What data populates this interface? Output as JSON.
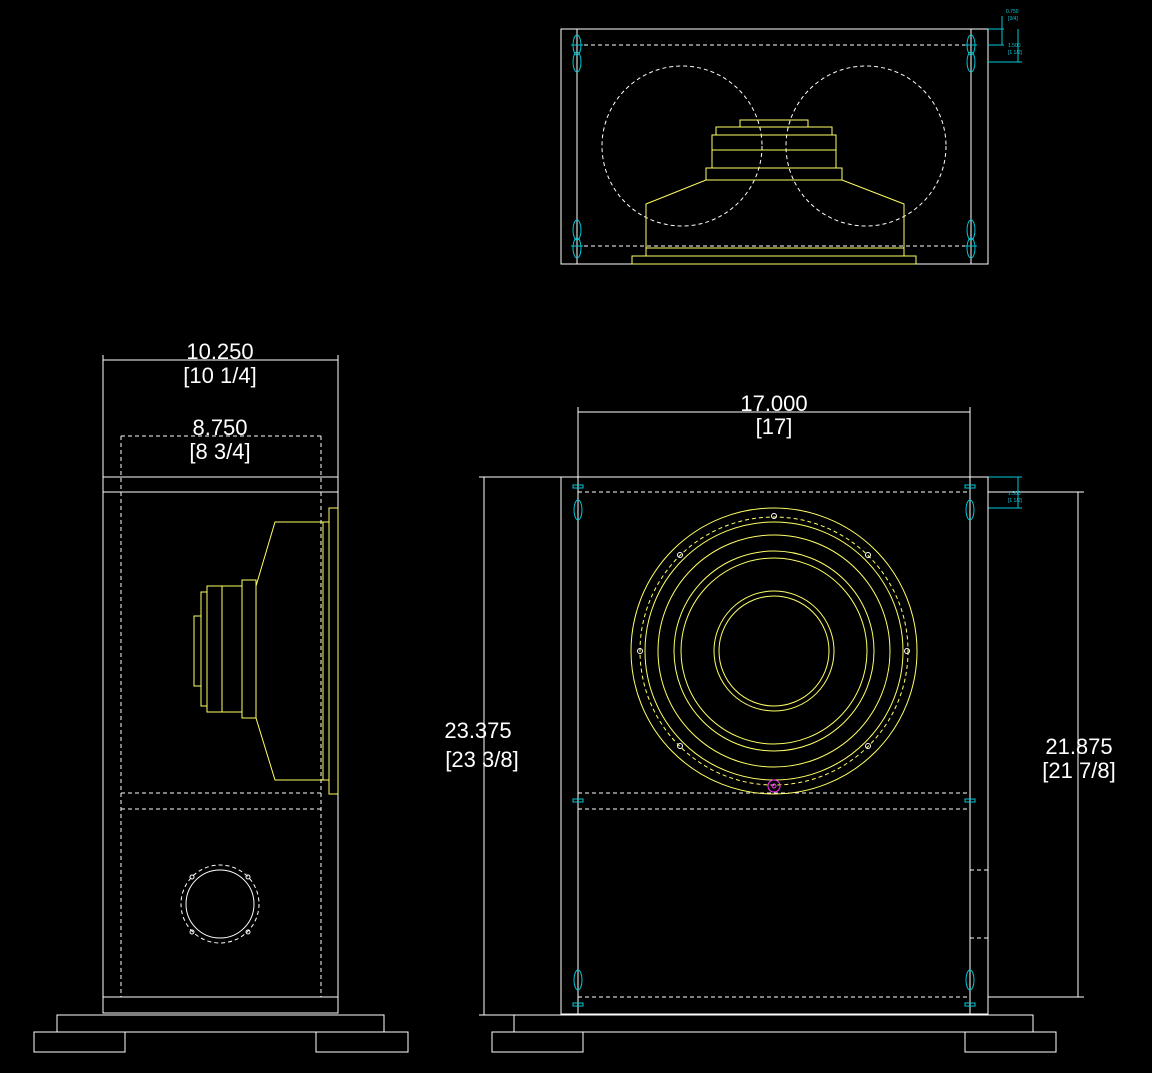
{
  "dimensions": {
    "side_outer_width": {
      "decimal": "10.250",
      "fraction": "[10 1/4]"
    },
    "side_inner_width": {
      "decimal": "8.750",
      "fraction": "[8 3/4]"
    },
    "front_width": {
      "decimal": "17.000",
      "fraction": "[17]"
    },
    "front_total_height": {
      "decimal": "23.375",
      "fraction": "[23 3/8]"
    },
    "front_inner_height": {
      "decimal": "21.875",
      "fraction": "[21 7/8]"
    },
    "top_small_1": {
      "decimal": "0.750",
      "fraction": "[3/4]"
    },
    "top_small_2": {
      "decimal": "1.500",
      "fraction": "[1 1/2]"
    },
    "front_small": {
      "decimal": "1.500",
      "fraction": "[1 1/2]"
    }
  },
  "colors": {
    "outline": "#ffffff",
    "driver": "#ffff66",
    "fastener": "#00c8d8",
    "marker": "#ff33ff",
    "background": "#000000"
  }
}
